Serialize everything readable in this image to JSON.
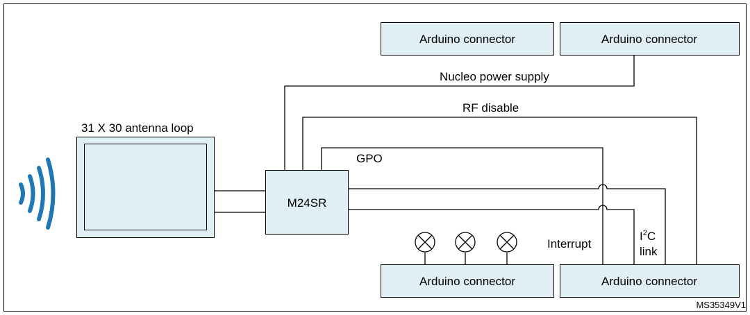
{
  "blocks": {
    "arduino_top_left": "Arduino connector",
    "arduino_top_right": "Arduino connector",
    "arduino_bottom_left": "Arduino connector",
    "arduino_bottom_right": "Arduino connector",
    "chip": "M24SR",
    "antenna": "31 X 30 antenna loop"
  },
  "signals": {
    "power": "Nucleo power supply",
    "rf_disable": "RF disable",
    "gpo": "GPO",
    "interrupt": "Interrupt",
    "i2c_base": "I",
    "i2c_sup": "2",
    "i2c_tail": "C",
    "i2c_link": "link"
  },
  "figure_id": "MS35349V1",
  "colors": {
    "block_fill": "#dfeff4",
    "rf_wave": "#1f78b4"
  }
}
